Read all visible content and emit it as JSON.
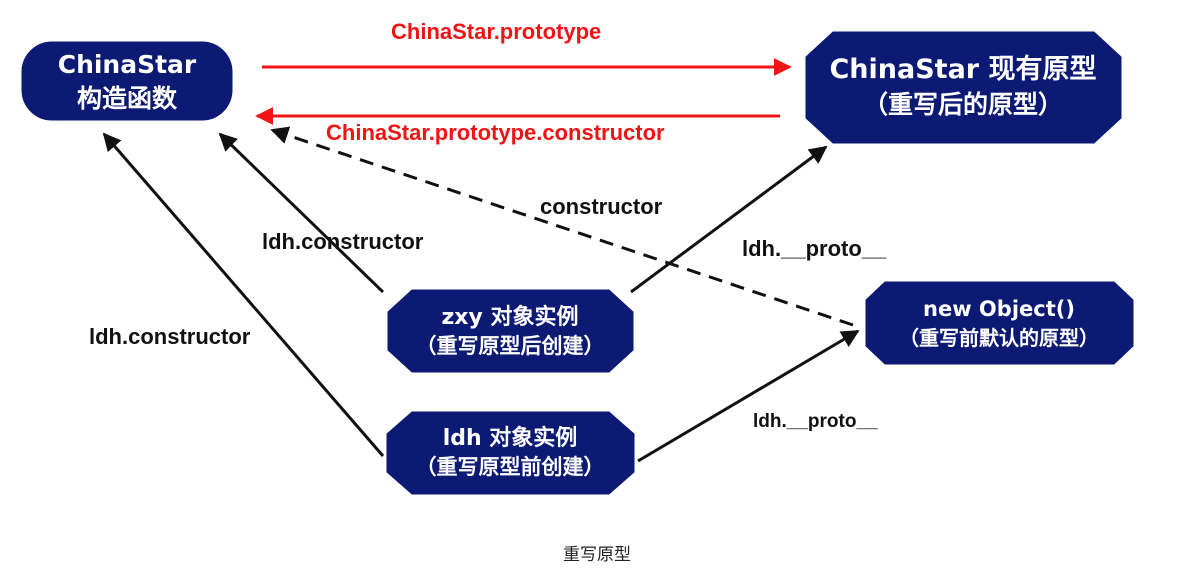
{
  "nodes": {
    "constructor_fn": {
      "line1": "ChinaStar",
      "line2": "构造函数"
    },
    "new_proto": {
      "line1": "ChinaStar 现有原型",
      "line2": "（重写后的原型）"
    },
    "default_proto": {
      "line1": "new Object()",
      "line2": "（重写前默认的原型）"
    },
    "zxy": {
      "line1": "zxy 对象实例",
      "line2": "（重写原型后创建）"
    },
    "ldh": {
      "line1": "ldh 对象实例",
      "line2": "（重写原型前创建）"
    }
  },
  "edges": {
    "prototype": "ChinaStar.prototype",
    "prototype_constructor": "ChinaStar.prototype.constructor",
    "default_constructor": "constructor",
    "zxy_constructor": "ldh.constructor",
    "ldh_constructor": "ldh.constructor",
    "zxy_proto": "ldh.__proto__",
    "ldh_proto": "ldh.__proto__"
  },
  "caption": "重写原型",
  "colors": {
    "node_fill": "#0c1a73",
    "arrow_red": "#f01414",
    "arrow_black": "#111111"
  }
}
